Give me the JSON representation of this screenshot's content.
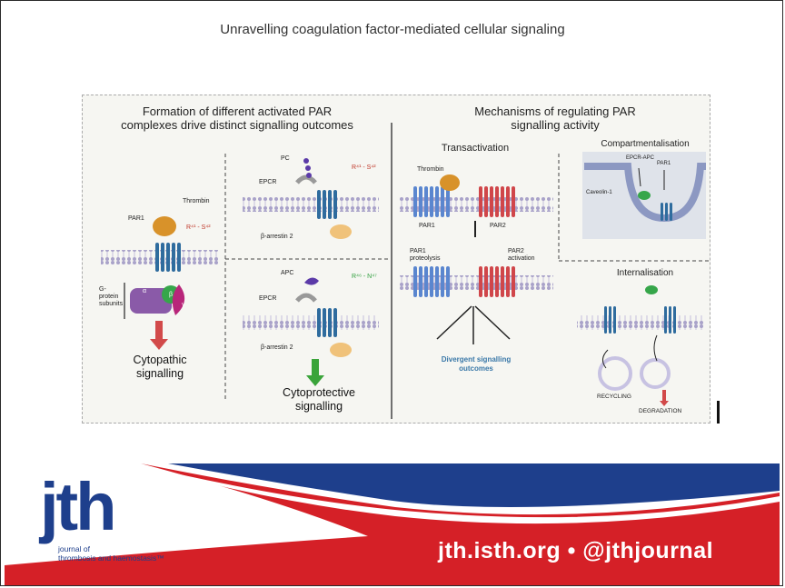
{
  "slide": {
    "title": "Unravelling coagulation factor-mediated cellular signaling"
  },
  "left": {
    "heading_line1": "Formation of different activated PAR",
    "heading_line2": "complexes drive distinct signalling outcomes",
    "top_panel": {
      "pc": "PC",
      "epcr": "EPCR",
      "cleavage": "R⁴¹ - S⁴²",
      "arrestin": "β-arrestin 2"
    },
    "bottom_panel": {
      "apc": "APC",
      "epcr": "EPCR",
      "cleavage": "R⁴⁶ - N⁴⁷",
      "arrestin": "β-arrestin 2"
    },
    "par1_panel": {
      "thrombin": "Thrombin",
      "par1": "PAR1",
      "cleavage": "R⁴¹ - S⁴²",
      "gprotein": [
        "G-",
        "protein",
        "subunits"
      ],
      "alpha": "α",
      "beta": "β",
      "gamma": "γ"
    },
    "cytopathic": [
      "Cytopathic",
      "signalling"
    ],
    "cytoprotective": [
      "Cytoprotective",
      "signalling"
    ]
  },
  "right": {
    "heading_line1": "Mechanisms of regulating PAR",
    "heading_line2": "signalling activity",
    "transactivation": {
      "title": "Transactivation",
      "thrombin": "Thrombin",
      "par1": "PAR1",
      "par2": "PAR2",
      "proteolysis": [
        "PAR1",
        "proteolysis"
      ],
      "activation": [
        "PAR2",
        "activation"
      ],
      "outcome": [
        "Divergent signalling",
        "outcomes"
      ]
    },
    "compartmentalisation": {
      "title": "Compartmentalisation",
      "epcr_apc": "EPCR-APC",
      "par1": "PAR1",
      "caveolin": "Caveolin-1"
    },
    "internalisation": {
      "title": "Internalisation",
      "recycling": "RECYCLING",
      "degradation": "DEGRADATION"
    }
  },
  "footer": {
    "logo": "jth",
    "logo_sub1": "journal of",
    "logo_sub2": "thrombosis and haemostasis™",
    "website": "jth.isth.org • @jthjournal",
    "colors": {
      "navy": "#1e3f8c",
      "red": "#d52027"
    }
  }
}
